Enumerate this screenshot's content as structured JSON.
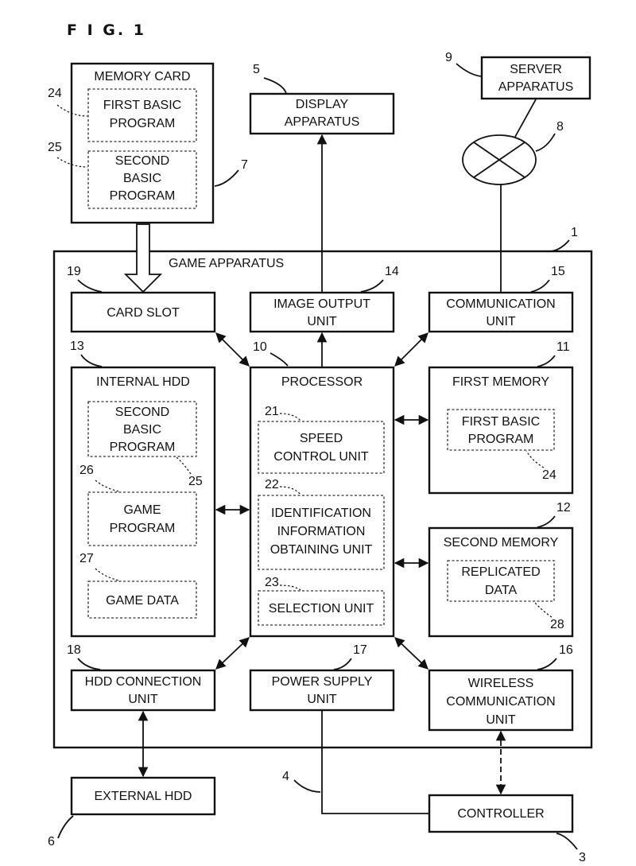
{
  "figure_label": "F I G. 1",
  "memory_card": {
    "title": "MEMORY CARD",
    "prog1": [
      "FIRST BASIC",
      "PROGRAM"
    ],
    "prog2": [
      "SECOND",
      "BASIC",
      "PROGRAM"
    ]
  },
  "display_apparatus": [
    "DISPLAY",
    "APPARATUS"
  ],
  "server_apparatus": [
    "SERVER",
    "APPARATUS"
  ],
  "game_apparatus": "GAME APPARATUS",
  "card_slot": "CARD SLOT",
  "image_output_unit": [
    "IMAGE OUTPUT",
    "UNIT"
  ],
  "communication_unit": [
    "COMMUNICATION",
    "UNIT"
  ],
  "internal_hdd": {
    "title": "INTERNAL HDD",
    "second_basic": [
      "SECOND",
      "BASIC",
      "PROGRAM"
    ],
    "game_program": [
      "GAME",
      "PROGRAM"
    ],
    "game_data": "GAME DATA"
  },
  "processor": {
    "title": "PROCESSOR",
    "speed": [
      "SPEED",
      "CONTROL UNIT"
    ],
    "ident": [
      "IDENTIFICATION",
      "INFORMATION",
      "OBTAINING UNIT"
    ],
    "selection": "SELECTION UNIT"
  },
  "first_memory": {
    "title": "FIRST MEMORY",
    "prog": [
      "FIRST BASIC",
      "PROGRAM"
    ]
  },
  "second_memory": {
    "title": "SECOND MEMORY",
    "data": [
      "REPLICATED",
      "DATA"
    ]
  },
  "hdd_connection_unit": [
    "HDD CONNECTION",
    "UNIT"
  ],
  "power_supply_unit": [
    "POWER SUPPLY",
    "UNIT"
  ],
  "wireless_communication_unit": [
    "WIRELESS",
    "COMMUNICATION",
    "UNIT"
  ],
  "external_hdd": "EXTERNAL HDD",
  "controller": "CONTROLLER",
  "ref_numbers": {
    "n1": "1",
    "n3": "3",
    "n4": "4",
    "n5": "5",
    "n6": "6",
    "n7": "7",
    "n8": "8",
    "n9": "9",
    "n10": "10",
    "n11": "11",
    "n12": "12",
    "n13": "13",
    "n14": "14",
    "n15": "15",
    "n16": "16",
    "n17": "17",
    "n18": "18",
    "n19": "19",
    "n21": "21",
    "n22": "22",
    "n23": "23",
    "n24": "24",
    "n24b": "24",
    "n25": "25",
    "n25b": "25",
    "n26": "26",
    "n27": "27",
    "n28": "28"
  }
}
